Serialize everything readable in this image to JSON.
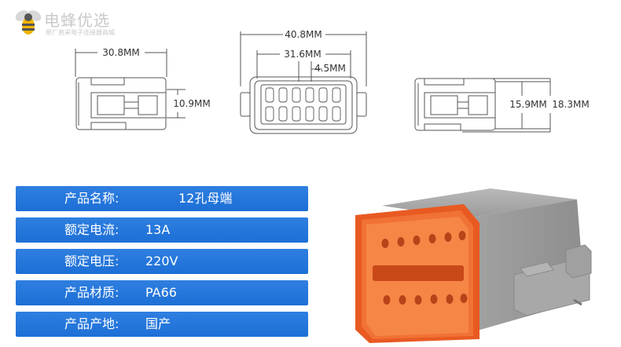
{
  "brand": {
    "name": "电蜂优选",
    "slogan": "原厂直采电子连接器商城"
  },
  "dimensions": {
    "side_width": "30.8MM",
    "side_height": "10.9MM",
    "front_outer_width": "40.8MM",
    "front_inner_width": "31.6MM",
    "front_pitch": "4.5MM",
    "rear_height_inner": "15.9MM",
    "rear_height_outer": "18.3MM"
  },
  "specs": [
    {
      "label": "产品名称:",
      "value": "12孔母端"
    },
    {
      "label": "额定电流:",
      "value": "13A"
    },
    {
      "label": "额定电压:",
      "value": "220V"
    },
    {
      "label": "产品材质:",
      "value": "PA66"
    },
    {
      "label": "产品产地:",
      "value": "国产"
    }
  ],
  "colors": {
    "table_blue": "#1f72d8",
    "housing_gray": "#9d9d9d",
    "seal_orange": "#f06a32"
  }
}
